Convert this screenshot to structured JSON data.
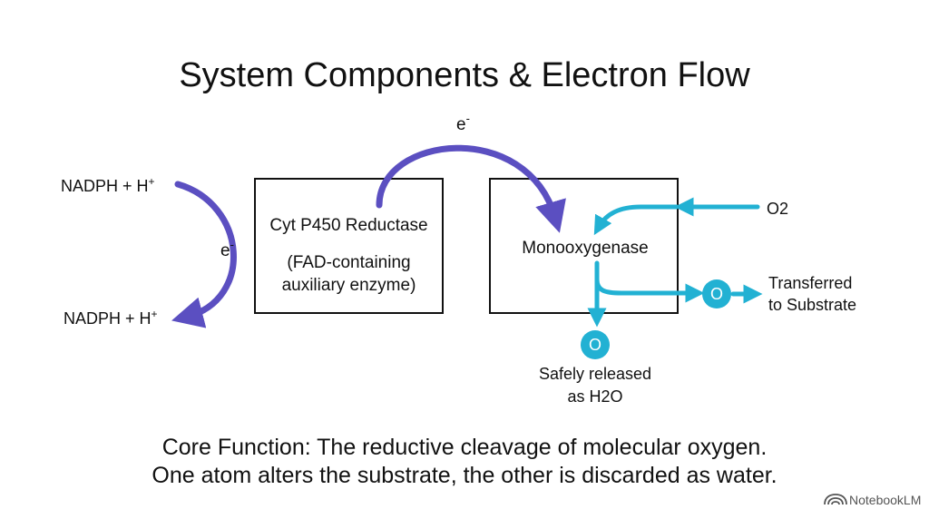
{
  "title": "System Components & Electron Flow",
  "colors": {
    "electron": "#5b4fc1",
    "oxygen": "#22b1d3",
    "box_stroke": "#111111",
    "text": "#111111"
  },
  "inputs": {
    "nadph_top_base": "NADPH + H",
    "nadph_top_sup": "+",
    "nadph_bottom_base": "NADPH + H",
    "nadph_bottom_sup": "+"
  },
  "electron_labels": {
    "left_base": "e",
    "left_sup": "-",
    "top_base": "e",
    "top_sup": "-"
  },
  "reductase": {
    "name": "Cyt P450 Reductase",
    "desc_line1": "(FAD-containing",
    "desc_line2": "auxiliary enzyme)"
  },
  "monooxygenase": {
    "name": "Monooxygenase"
  },
  "oxygen": {
    "input_label": "O2",
    "atom_right": "O",
    "atom_bottom": "O",
    "transferred_line1": "Transferred",
    "transferred_line2": "to Substrate",
    "released_line1": "Safely released",
    "released_line2": "as H2O"
  },
  "footer": {
    "line1": "Core Function: The reductive cleavage of molecular oxygen.",
    "line2": "One atom alters the substrate, the other is discarded as water."
  },
  "brand": {
    "icon": "notebooklm-logo-icon",
    "name": "NotebookLM"
  }
}
